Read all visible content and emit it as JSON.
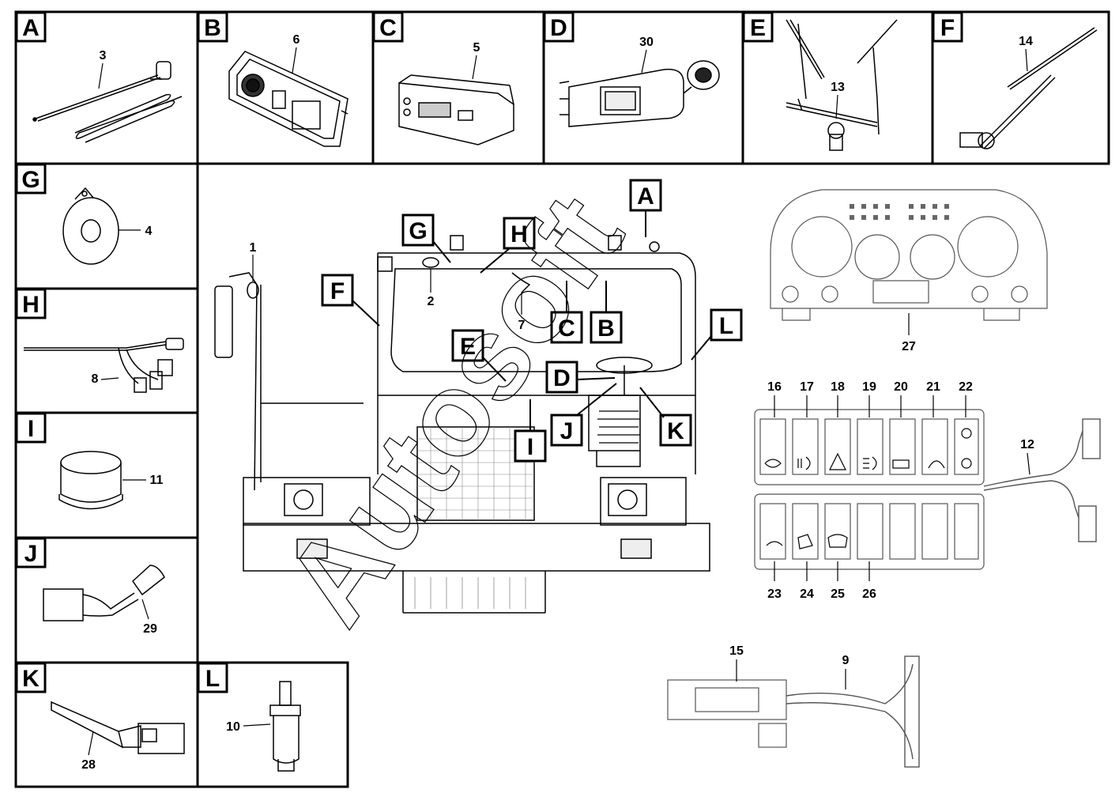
{
  "panels": [
    {
      "letter": "A",
      "num": "3"
    },
    {
      "letter": "B",
      "num": "6"
    },
    {
      "letter": "C",
      "num": "5"
    },
    {
      "letter": "D",
      "num": "30"
    },
    {
      "letter": "E",
      "num": "13"
    },
    {
      "letter": "F",
      "num": "14"
    },
    {
      "letter": "G",
      "num": "4"
    },
    {
      "letter": "H",
      "num": "8"
    },
    {
      "letter": "I",
      "num": "11"
    },
    {
      "letter": "J",
      "num": "29"
    },
    {
      "letter": "K",
      "num": "28"
    },
    {
      "letter": "L",
      "num": "10"
    }
  ],
  "callouts": {
    "A": "A",
    "B": "B",
    "C": "C",
    "D": "D",
    "E": "E",
    "F": "F",
    "G": "G",
    "H": "H",
    "I": "I",
    "J": "J",
    "K": "K",
    "L": "L"
  },
  "cab_numbers": {
    "n1": "1",
    "n2": "2",
    "n7": "7"
  },
  "cluster_number": "27",
  "switch_top_numbers": [
    "16",
    "17",
    "18",
    "19",
    "20",
    "21",
    "22"
  ],
  "switch_bottom_numbers": [
    "23",
    "24",
    "25",
    "26"
  ],
  "harness_number": "12",
  "fusebox_numbers": {
    "box": "15",
    "harness": "9"
  },
  "watermark": "Autosoft",
  "colors": {
    "ink": "#000000",
    "paper": "#ffffff",
    "grey": "#666666"
  }
}
